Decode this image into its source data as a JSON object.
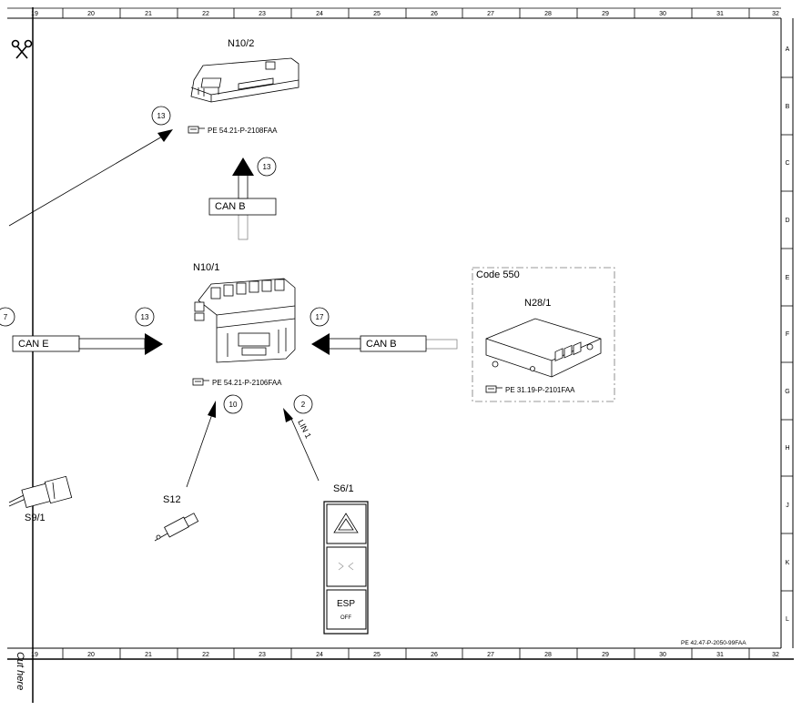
{
  "ruler": {
    "columns": [
      "19",
      "20",
      "21",
      "22",
      "23",
      "24",
      "25",
      "26",
      "27",
      "28",
      "29",
      "30",
      "31",
      "32"
    ],
    "rows": [
      "A",
      "B",
      "C",
      "D",
      "E",
      "F",
      "G",
      "H",
      "J",
      "K",
      "L"
    ]
  },
  "cut_here": "Cut here",
  "components": {
    "n10_2": {
      "label": "N10/2",
      "ref": "PE 54.21-P-2108FAA"
    },
    "n10_1": {
      "label": "N10/1",
      "ref": "PE 54.21-P-2106FAA"
    },
    "n28_1": {
      "label": "N28/1",
      "ref": "PE 31.19-P-2101FAA",
      "code_label": "Code 550"
    },
    "s12": {
      "label": "S12"
    },
    "s6_1": {
      "label": "S6/1",
      "esp_label": "ESP",
      "off_label": "OFF"
    },
    "s9_1": {
      "label": "S9/1"
    }
  },
  "buses": {
    "can_b_top": "CAN B",
    "can_e": "CAN E",
    "can_b_right": "CAN B",
    "lin1": "LIN 1"
  },
  "markers": {
    "m13_top": "13",
    "m13_arrow": "13",
    "m7_left": "7",
    "m13_left": "13",
    "m17": "17",
    "m10": "10",
    "m2": "2"
  },
  "footer_ref": "PE 42.47-P-2050-99FAA"
}
